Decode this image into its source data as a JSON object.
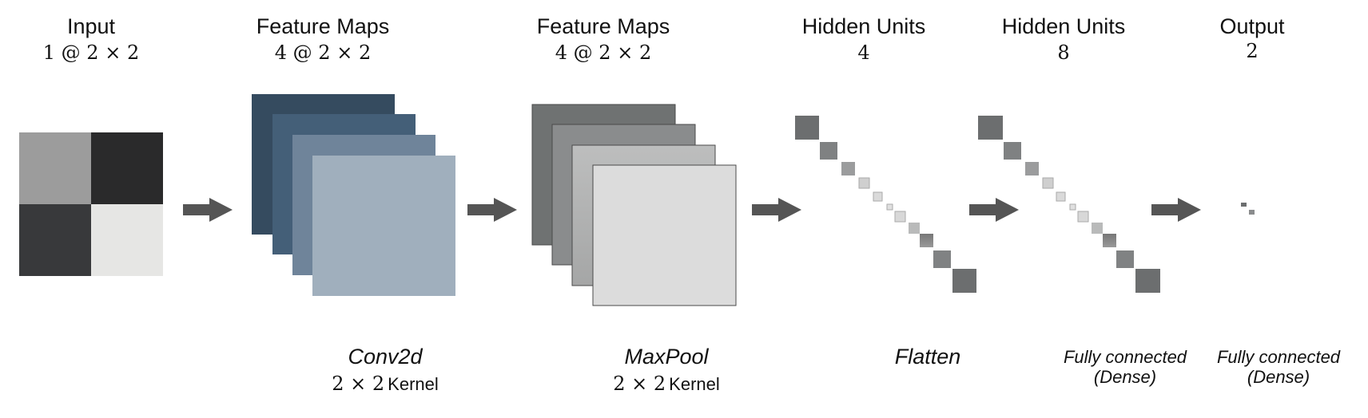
{
  "layers": [
    {
      "id": "input",
      "title": "Input",
      "shape": "1 @ 2 × 2"
    },
    {
      "id": "conv",
      "title": "Feature Maps",
      "shape": "4 @ 2 × 2"
    },
    {
      "id": "pool",
      "title": "Feature Maps",
      "shape": "4 @ 2 × 2"
    },
    {
      "id": "hidden1",
      "title": "Hidden Units",
      "shape": "4"
    },
    {
      "id": "hidden2",
      "title": "Hidden Units",
      "shape": "8"
    },
    {
      "id": "output",
      "title": "Output",
      "shape": "2"
    }
  ],
  "operations": [
    {
      "id": "conv2d",
      "name": "Conv2d",
      "kernel_math": "2 × 2",
      "kernel_word": "Kernel"
    },
    {
      "id": "maxpool",
      "name": "MaxPool",
      "kernel_math": "2 × 2",
      "kernel_word": "Kernel"
    },
    {
      "id": "flatten",
      "name": "Flatten"
    },
    {
      "id": "dense1",
      "line1": "Fully connected",
      "line2": "(Dense)"
    },
    {
      "id": "dense2",
      "line1": "Fully connected",
      "line2": "(Dense)"
    }
  ],
  "colors": {
    "input_cells": [
      "#9c9c9c",
      "#2a2a2b",
      "#38393b",
      "#e6e6e4"
    ],
    "conv_maps": [
      "#354b5f",
      "#445f78",
      "#6f849a",
      "#a0afbd"
    ],
    "pool_maps": [
      "#6f7272",
      "#8a8c8d",
      "#b2b3b3",
      "#dcdcdc"
    ],
    "arrow": "#555555"
  }
}
